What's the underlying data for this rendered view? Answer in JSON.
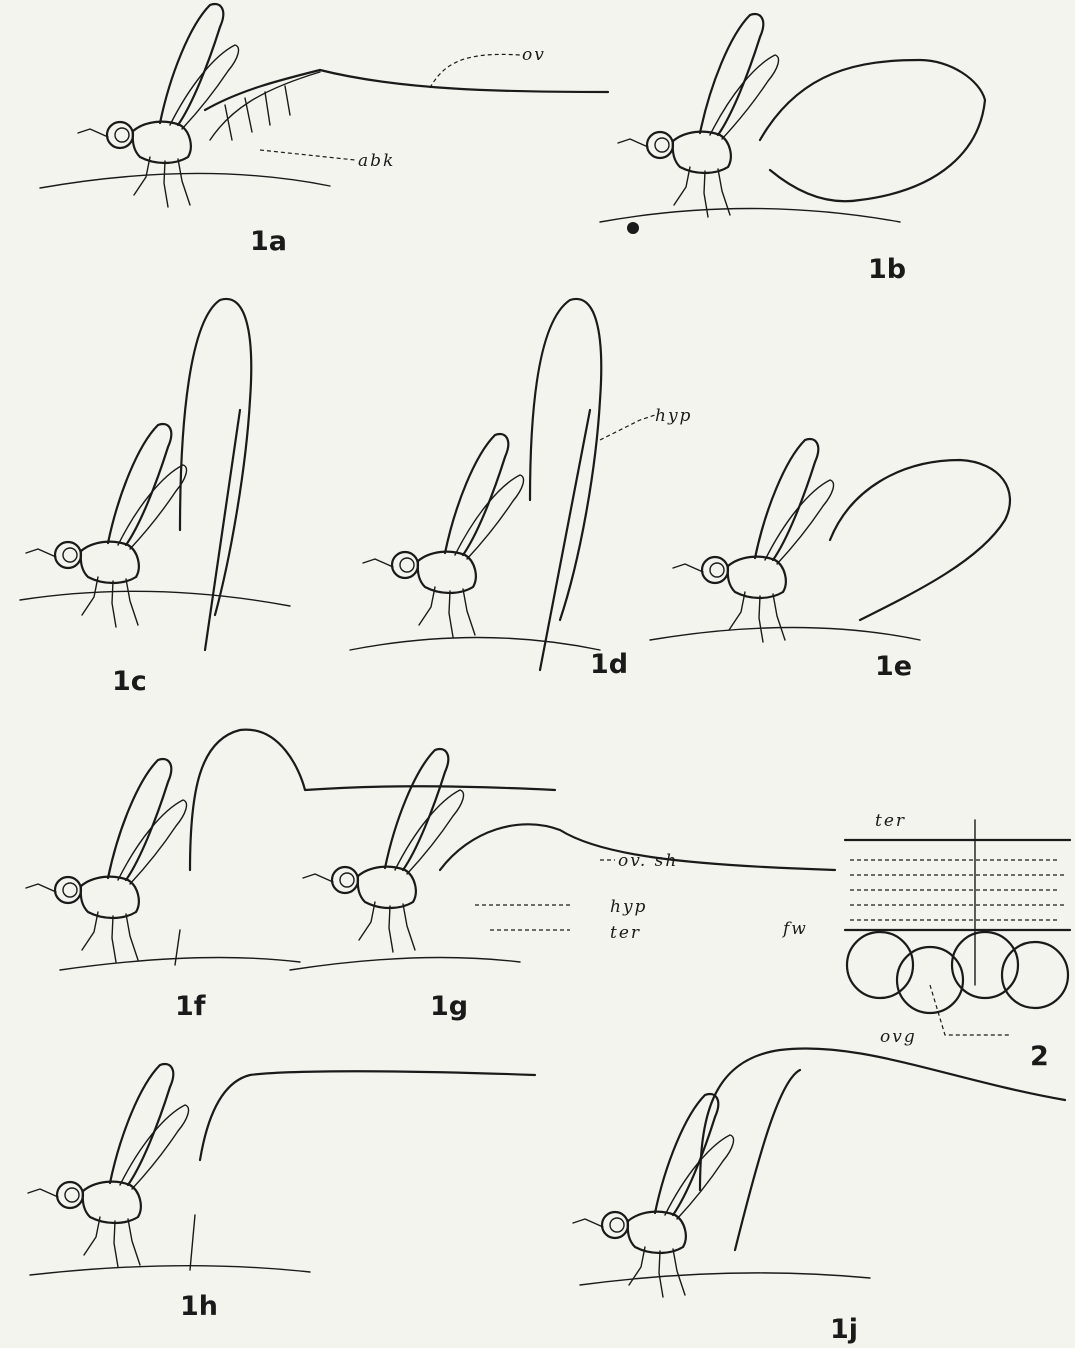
{
  "figures": [
    {
      "id": "1a",
      "label": "1a"
    },
    {
      "id": "1b",
      "label": "1b"
    },
    {
      "id": "1c",
      "label": "1c"
    },
    {
      "id": "1d",
      "label": "1d"
    },
    {
      "id": "1e",
      "label": "1e"
    },
    {
      "id": "1f",
      "label": "1f"
    },
    {
      "id": "1g",
      "label": "1g"
    },
    {
      "id": "1h",
      "label": "1h"
    },
    {
      "id": "1j",
      "label": "1j"
    },
    {
      "id": "2",
      "label": "2"
    }
  ],
  "annotations": {
    "ov": "ov",
    "abk": "abk",
    "hyp_1d": "hyp",
    "ov_sh": "ov. sh",
    "hyp_1g": "hyp",
    "ter_1g": "ter",
    "ter_2": "ter",
    "fw": "fw",
    "ovg": "ovg"
  }
}
